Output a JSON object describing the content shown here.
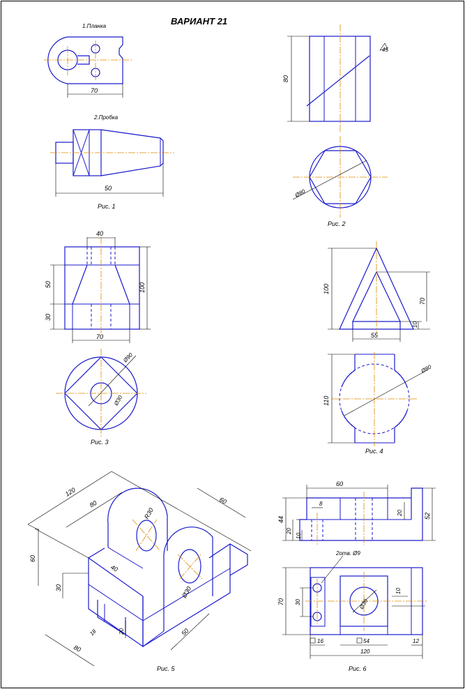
{
  "title": "ВАРИАНТ 21",
  "fig1": {
    "part1": "1.Планка",
    "part2": "2.Пробка",
    "dim_plate": "70",
    "dim_plug": "50",
    "caption": "Рис. 1"
  },
  "fig2": {
    "dim_height": "80",
    "dim_cap": "45",
    "dim_diam": "Ø80",
    "caption": "Рис. 2"
  },
  "fig3": {
    "dim_top": "40",
    "dim_50": "50",
    "dim_30": "30",
    "dim_100": "100",
    "dim_70": "70",
    "dim_diam_large": "Ø90",
    "dim_diam_small": "Ø30",
    "caption": "Рис. 3"
  },
  "fig4": {
    "dim_100": "100",
    "dim_70": "70",
    "dim_10": "10",
    "dim_55": "55",
    "dim_110": "110",
    "dim_diam": "Ø80",
    "caption": "Рис. 4"
  },
  "fig5": {
    "dim_120": "120",
    "dim_80a": "80",
    "dim_60a": "60",
    "dim_60b": "60",
    "dim_30": "30",
    "dim_40": "40",
    "dim_r30": "R30",
    "dim_d30": "Ø30",
    "dim_50": "50",
    "dim_80b": "80",
    "dim_18": "18",
    "dim_20": "20",
    "caption": "Рис. 5"
  },
  "fig6": {
    "dim_60": "60",
    "dim_8": "8",
    "dim_44": "44",
    "dim_20a": "20",
    "dim_10": "10",
    "dim_20b": "20",
    "dim_52": "52",
    "holes": "2отв. Ø9",
    "dim_70": "70",
    "dim_30": "30",
    "dim_d30": "Ø30",
    "dim_10b": "10",
    "dim_16": "16",
    "dim_54": "54",
    "dim_12": "12",
    "dim_120": "120",
    "caption": "Рис. 6"
  },
  "colors": {
    "outline": "#1a1acc",
    "axis": "#e08a00",
    "dim": "#000000"
  }
}
